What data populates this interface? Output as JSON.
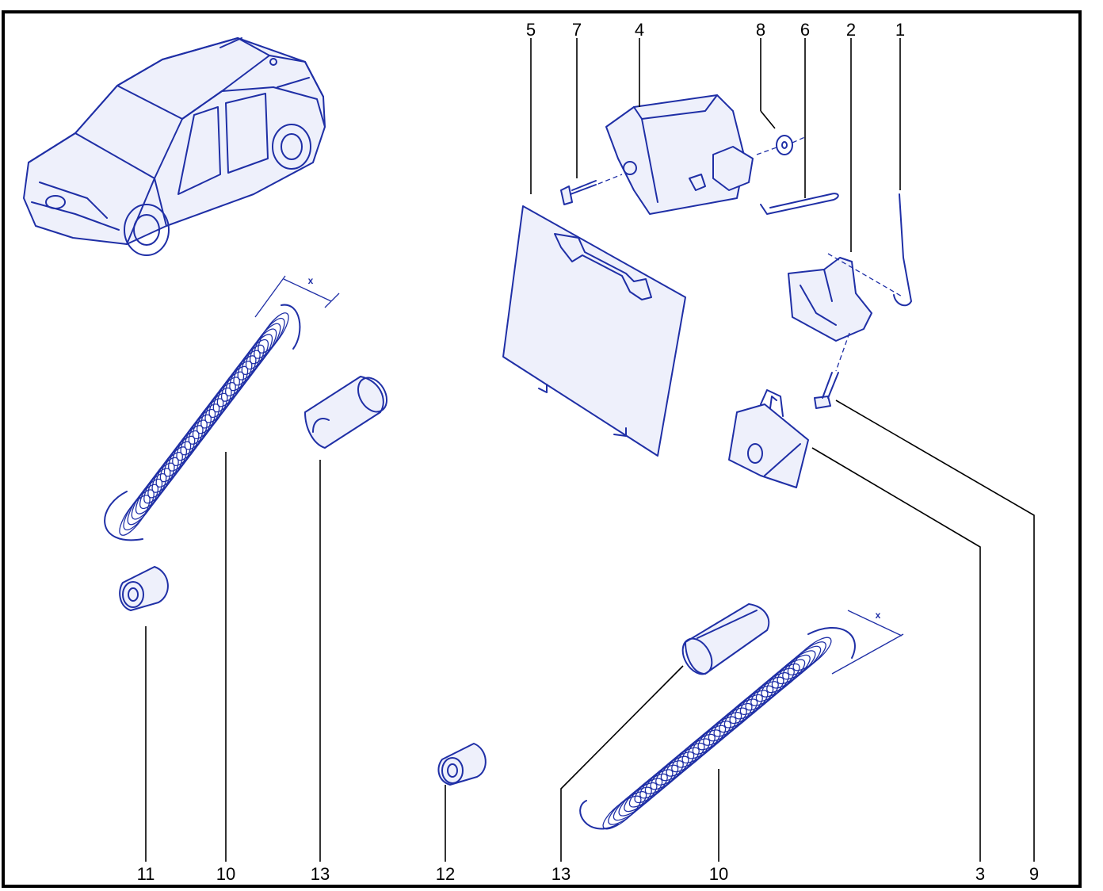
{
  "callouts": [
    {
      "id": "c1",
      "text": "1"
    },
    {
      "id": "c2",
      "text": "2"
    },
    {
      "id": "c3",
      "text": "3"
    },
    {
      "id": "c4",
      "text": "4"
    },
    {
      "id": "c5",
      "text": "5"
    },
    {
      "id": "c6",
      "text": "6"
    },
    {
      "id": "c7",
      "text": "7"
    },
    {
      "id": "c8",
      "text": "8"
    },
    {
      "id": "c9",
      "text": "9"
    },
    {
      "id": "c10a",
      "text": "10"
    },
    {
      "id": "c10b",
      "text": "10"
    },
    {
      "id": "c11",
      "text": "11"
    },
    {
      "id": "c12",
      "text": "12"
    },
    {
      "id": "c13a",
      "text": "13"
    },
    {
      "id": "c13b",
      "text": "13"
    }
  ],
  "dimension_label": "x",
  "colors": {
    "line_art": "#1f2fa6",
    "frame": "#000000",
    "leader": "#000000"
  }
}
